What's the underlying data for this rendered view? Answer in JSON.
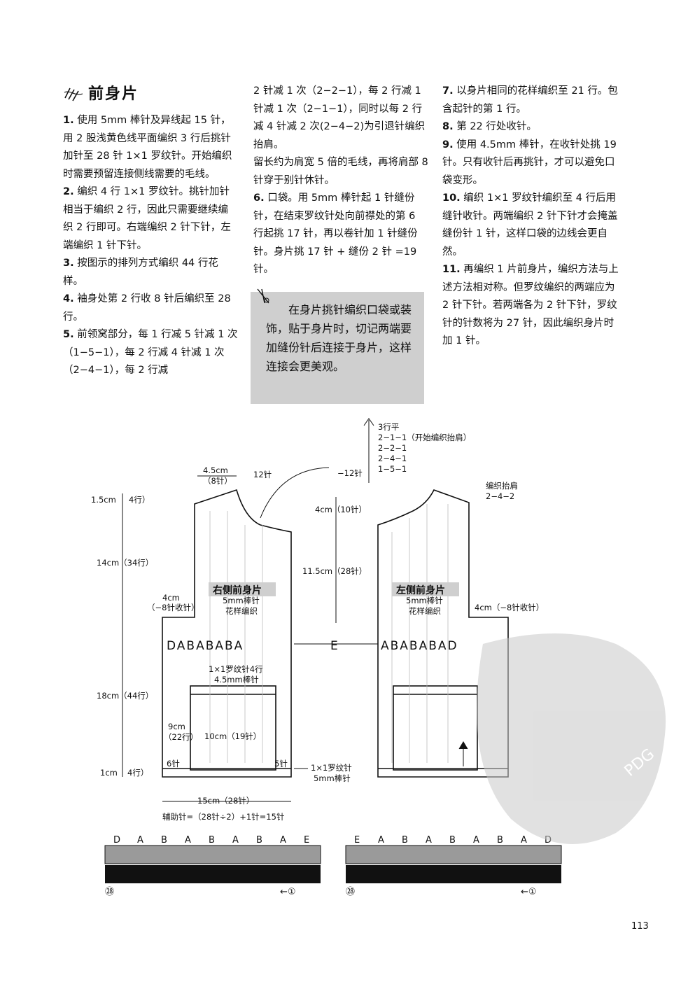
{
  "section_title": "前身片",
  "col1": [
    {
      "num": "1.",
      "text": "使用 5mm 棒针及异线起 15 针，用 2 股浅黄色线平面编织 3 行后挑针加针至 28 针 1×1 罗纹针。开始编织时需要预留连接侧线需要的毛线。"
    },
    {
      "num": "2.",
      "text": "编织 4 行 1×1 罗纹针。挑针加针相当于编织 2 行，因此只需要继续编织 2 行即可。右端编织 2 针下针，左端编织 1 针下针。"
    },
    {
      "num": "3.",
      "text": "按图示的排列方式编织 44 行花样。"
    },
    {
      "num": "4.",
      "text": "袖身处第 2 行收 8 针后编织至 28 行。"
    },
    {
      "num": "5.",
      "text": "前领窝部分，每 1 行减 5 针减 1 次（1−5−1），每 2 行减 4 针减 1 次（2−4−1），每 2 行减"
    }
  ],
  "col2": [
    {
      "num": "",
      "text": "2 针减 1 次（2−2−1），每 2 行减 1 针减 1 次（2−1−1），同时以每 2 行减 4 针减 2 次(2−4−2)为引退针编织抬肩。"
    },
    {
      "num": "",
      "text": "留长约为肩宽 5 倍的毛线，再将肩部 8 针穿于别针休针。"
    },
    {
      "num": "6.",
      "text": "口袋。用 5mm 棒针起 1 针缝份针，在结束罗纹针处向前襟处的第 6 行起挑 17 针，再以卷针加 1 针缝份针。身片挑 17 针 + 缝份 2 针 =19 针。"
    }
  ],
  "col3": [
    {
      "num": "7.",
      "text": "以身片相同的花样编织至 21 行。包含起针的第 1 行。"
    },
    {
      "num": "8.",
      "text": "第 22 行处收针。"
    },
    {
      "num": "9.",
      "text": "使用 4.5mm 棒针，在收针处挑 19 针。只有收针后再挑针，才可以避免口袋变形。"
    },
    {
      "num": "10.",
      "text": "编织 1×1 罗纹针编织至 4 行后用缝针收针。两端编织 2 针下针才会掩盖缝份针 1 针，这样口袋的边线会更自然。"
    },
    {
      "num": "11.",
      "text": "再编织 1 片前身片，编织方法与上述方法相对称。但罗纹编织的两端应为 2 针下针。若两端各为 2 针下针，罗纹针的针数将为 27 针，因此编织身片时加 1 针。"
    }
  ],
  "tip": "在身片挑针编织口袋或装饰，贴于身片时，切记两端要加缝份针后连接于身片，这样连接会更美观。",
  "diagram": {
    "top_note": [
      "3行平",
      "2−1−1（开始编织抬肩）",
      "2−2−1",
      "2−4−1",
      "1−5−1"
    ],
    "minus12": "−12针",
    "shoulder_w": "4.5cm",
    "shoulder_st": "（8针）",
    "neck_st": "12针",
    "d_1_5": "1.5cm",
    "d_4row": "4行）",
    "d_14": "14cm（34行）",
    "d_4cm": "4cm",
    "d_minus8": "（−8针收针）",
    "d_18": "18cm（44行）",
    "d_1cm": "1cm",
    "d_4row_b": "4行）",
    "c_4cm": "4cm（10针）",
    "c_11_5": "11.5cm（28针）",
    "right_title": "右侧前身片",
    "left_title": "左侧前身片",
    "needle": "5mm棒针",
    "pattern": "花样编织",
    "right_seq": "DABABABA",
    "center": "E",
    "left_seq": "ABABABAD",
    "right_4cm": "4cm（−8针收针）",
    "armhole": "编织抬肩",
    "armhole_seq": "2−4−2",
    "pocket_rib": "1×1罗纹针4行",
    "pocket_needle": "4.5mm棒针",
    "pocket_h": "9cm",
    "pocket_rows": "（22行）",
    "pocket_w": "10cm（19针）",
    "six": "6针",
    "five": "5针",
    "rib_label": "1×1罗纹针",
    "rib_needle": "5mm棒针",
    "width": "15cm（28针）",
    "aux": "辅助针=（28针÷2）+1针=15针",
    "chart_left_letters": [
      "D",
      "A",
      "B",
      "A",
      "B",
      "A",
      "B",
      "A",
      "E"
    ],
    "chart_right_letters": [
      "E",
      "A",
      "B",
      "A",
      "B",
      "A",
      "B",
      "A",
      "D"
    ],
    "row28": "㉘",
    "row1": "←①"
  },
  "watermark": "PDG",
  "page_number": "113"
}
